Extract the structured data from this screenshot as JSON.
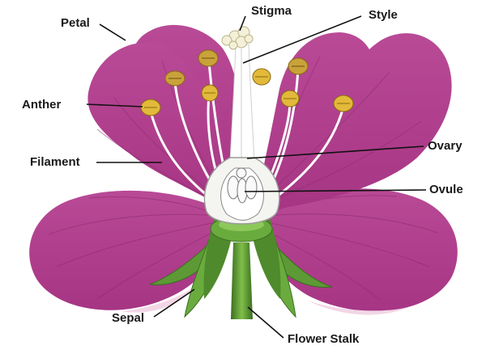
{
  "diagram": {
    "labels": {
      "petal": "Petal",
      "stigma": "Stigma",
      "style": "Style",
      "anther": "Anther",
      "filament": "Filament",
      "ovary": "Ovary",
      "ovule": "Ovule",
      "sepal": "Sepal",
      "flower_stalk": "Flower Stalk"
    },
    "colors": {
      "petal": "#b5408f",
      "petal_shade": "#8e2a6f",
      "petal_edge": "#f2d6e6",
      "stem": "#5d9a35",
      "stem_dark": "#3c6e20",
      "anther": "#e2b93a",
      "filament": "#ffffff",
      "leader_line": "#111111"
    }
  }
}
